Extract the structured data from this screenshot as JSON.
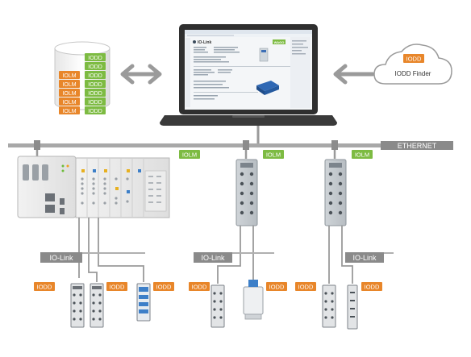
{
  "database": {
    "iolm_labels": [
      "IOLM",
      "IOLM",
      "IOLM",
      "IOLM",
      "IOLM"
    ],
    "iodd_labels": [
      "IODD",
      "IODD",
      "IODD",
      "IODD",
      "IODD",
      "IODD",
      "IODD"
    ],
    "colors": {
      "iolm": "#e8862a",
      "iodd": "#7dbb42",
      "cylinder_top": "#ffffff"
    }
  },
  "cloud": {
    "badge": "IODD",
    "title": "IODD Finder"
  },
  "laptop": {
    "brand": "IO-Link",
    "vendor_logo": "WAGO"
  },
  "network": {
    "ethernet_label": "ETHERNET"
  },
  "badges": {
    "iolm_controller": "IOLM",
    "iolm_hub_1": "IOLM",
    "iolm_hub_2": "IOLM"
  },
  "io_link_labels": [
    "IO-Link",
    "IO-Link",
    "IO-Link"
  ],
  "device_iodd_badges": [
    "IODD",
    "IODD",
    "IODD",
    "IODD",
    "IODD",
    "IODD",
    "IODD"
  ],
  "colors": {
    "iolm_badge": "#7dbb42",
    "iodd_badge": "#e8862a",
    "bus": "#a8a8a8",
    "label_bar": "#8a8a8a",
    "arrow": "#9a9a9a"
  }
}
